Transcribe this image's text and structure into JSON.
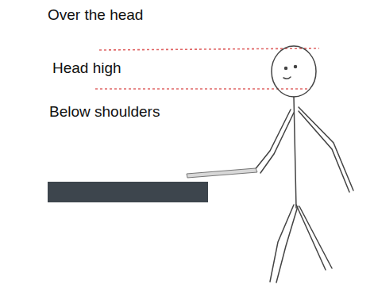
{
  "diagram": {
    "labels": [
      "Over the head",
      "Head high",
      "Below shoulders"
    ]
  }
}
